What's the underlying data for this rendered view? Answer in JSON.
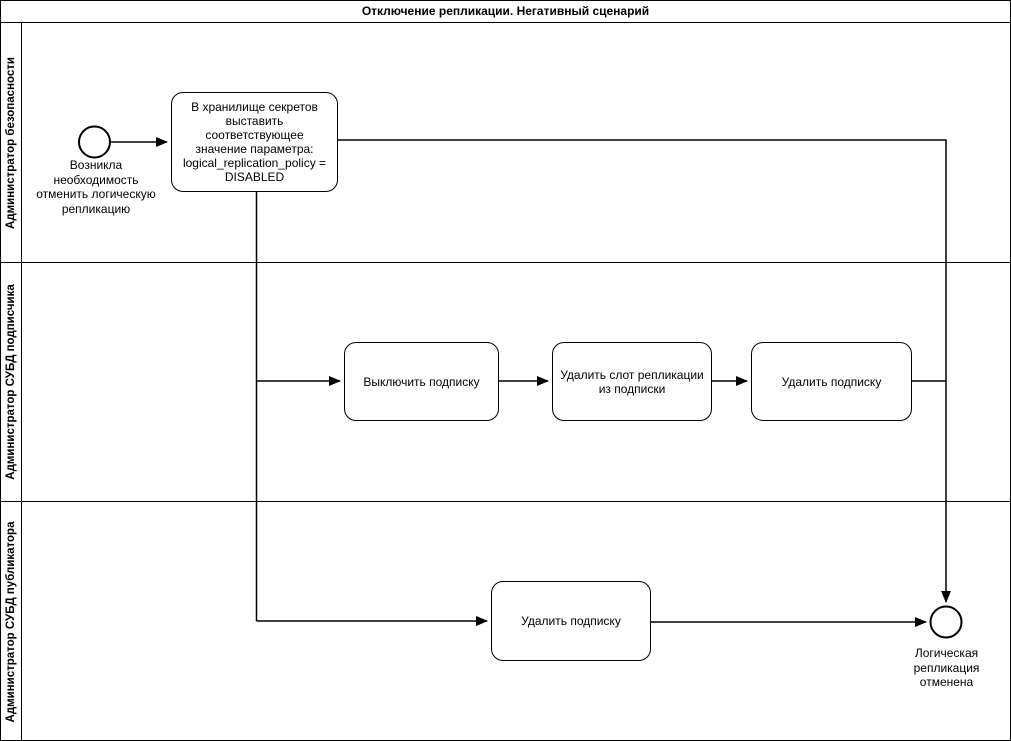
{
  "title": "Отключение репликации. Негативный сценарий",
  "lanes": [
    {
      "label": "Администратор безопасности"
    },
    {
      "label": "Администратор СУБД подписчика"
    },
    {
      "label": "Администратор СУБД публикатора"
    }
  ],
  "nodes": {
    "start_event": {
      "label": "Возникла\nнеобходимость\nотменить логическую\nрепликацию"
    },
    "set_policy_task": {
      "label": "В хранилище секретов\nвыставить соответствующее\nзначение параметра:\nlogical_replication_policy =\nDISABLED"
    },
    "disable_subscription_task": {
      "label": "Выключить подписку"
    },
    "delete_replication_slot_task": {
      "label": "Удалить слот репликации\nиз подписки"
    },
    "delete_subscription_subscriber_task": {
      "label": "Удалить подписку"
    },
    "delete_subscription_publisher_task": {
      "label": "Удалить подписку"
    },
    "end_event": {
      "label": "Логическая\nрепликация\nотменена"
    }
  },
  "colors": {
    "line": "#000000",
    "background": "#ffffff"
  }
}
